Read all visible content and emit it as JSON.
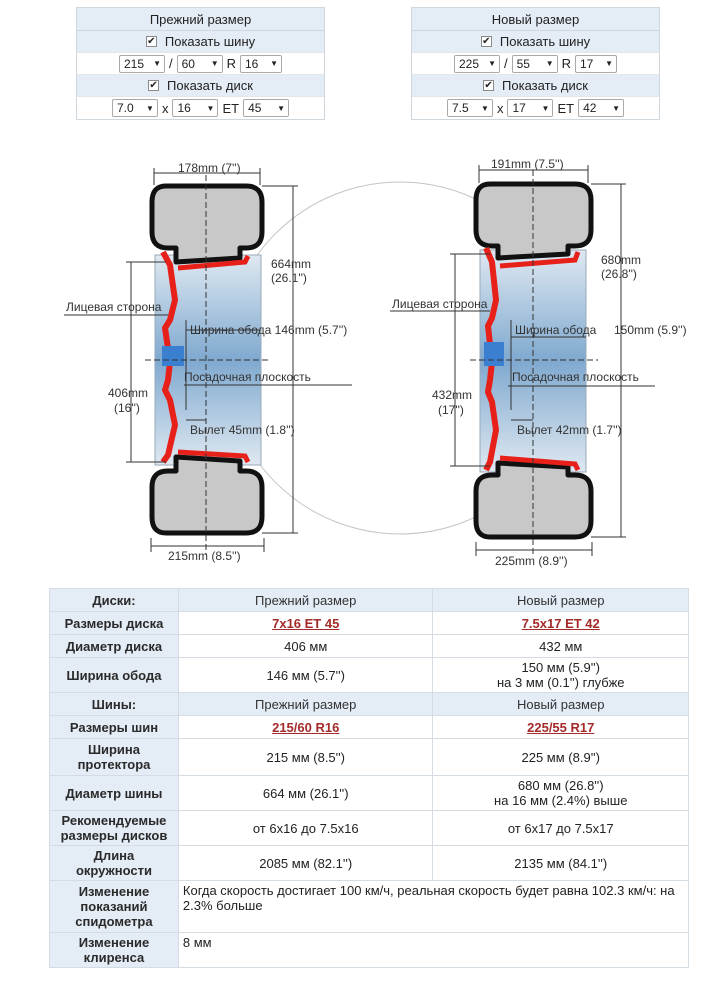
{
  "old": {
    "header": "Прежний размер",
    "show_tire": "Показать шину",
    "show_disk": "Показать диск",
    "tire_width": "215",
    "tire_profile": "60",
    "tire_r_letter": "R",
    "tire_rim": "16",
    "slash": "/",
    "x": "x",
    "et_label": "ET",
    "disk_width": "7.0",
    "disk_diam": "16",
    "disk_et": "45"
  },
  "new": {
    "header": "Новый размер",
    "show_tire": "Показать шину",
    "show_disk": "Показать диск",
    "tire_width": "225",
    "tire_profile": "55",
    "tire_r_letter": "R",
    "tire_rim": "17",
    "slash": "/",
    "x": "x",
    "et_label": "ET",
    "disk_width": "7.5",
    "disk_diam": "17",
    "disk_et": "42"
  },
  "diagram": {
    "old_top_width": "178mm (7'')",
    "old_diam": "664mm",
    "old_diam_in": "(26.1'')",
    "face_side": "Лицевая сторона",
    "old_rim_width": "Ширина обода 146mm (5.7'')",
    "old_rim_diam": "406mm",
    "old_rim_diam_in": "(16'')",
    "seat": "Посадочная плоскость",
    "old_offset": "Вылет 45mm (1.8'')",
    "old_bottom_width": "215mm (8.5'')",
    "new_top_width": "191mm (7.5'')",
    "new_diam": "680mm",
    "new_diam_in": "(26.8'')",
    "new_rim_width": "Ширина обода",
    "new_rim_width_val": "150mm (5.9'')",
    "new_rim_diam": "432mm",
    "new_rim_diam_in": "(17'')",
    "new_offset": "Вылет 42mm (1.7'')",
    "new_bottom_width": "225mm (8.9'')"
  },
  "table1": {
    "disks_label": "Диски:",
    "col_old": "Прежний размер",
    "col_new": "Новый размер",
    "rows": [
      {
        "label": "Размеры диска",
        "old": "7x16 ET 45",
        "new": "7.5x17 ET 42"
      },
      {
        "label": "Диаметр диска",
        "old": "406 мм",
        "new": "432 мм"
      },
      {
        "label": "Ширина обода",
        "old": "146 мм (5.7'')",
        "new": "150 мм (5.9'')",
        "new2": "на 3 мм (0.1'') глубже"
      }
    ],
    "tires_label": "Шины:",
    "rows2": [
      {
        "label": "Размеры шин",
        "old": "215/60 R16",
        "new": "225/55 R17"
      },
      {
        "label": "Ширина протектора",
        "old": "215 мм (8.5'')",
        "new": "225 мм (8.9'')"
      },
      {
        "label": "Диаметр шины",
        "old": "664 мм (26.1'')",
        "new": "680 мм (26.8'')",
        "new2": "на 16 мм (2.4%) выше"
      },
      {
        "label": "Рекомендуемые размеры дисков",
        "old": "от 6x16 до 7.5x16",
        "new": "от 6x17 до 7.5x17"
      },
      {
        "label": "Длина окружности",
        "old": "2085 мм (82.1'')",
        "new": "2135 мм (84.1'')"
      }
    ]
  },
  "table2": {
    "rows": [
      {
        "label": "Изменение показаний спидометра",
        "value": "Когда скорость достигает 100 км/ч, реальная скорость будет равна 102.3 км/ч: на 2.3% больше"
      },
      {
        "label": "Изменение клиренса",
        "value": "8 мм"
      }
    ]
  },
  "colors": {
    "header_bg": "#e4ecf5",
    "link": "#a52a2a",
    "tire": "#c8c8c8",
    "rim_red": "#e8201a"
  }
}
